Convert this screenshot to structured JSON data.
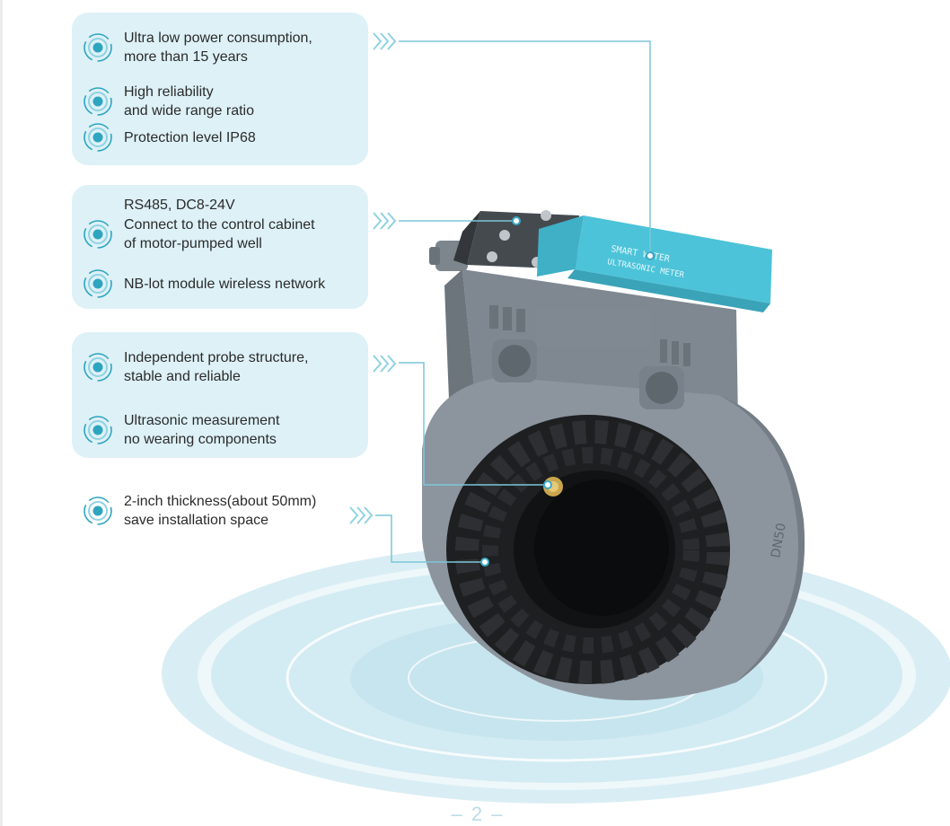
{
  "panels": [
    {
      "features": [
        {
          "lines": [
            "Ultra low power consumption,",
            "more than 15 years"
          ]
        },
        {
          "lines": [
            "High reliability",
            "and wide range ratio"
          ]
        },
        {
          "lines": [
            "Protection level IP68"
          ]
        }
      ]
    },
    {
      "features": [
        {
          "lines": [
            "RS485, DC8-24V"
          ],
          "no_icon": true
        },
        {
          "lines": [
            "Connect to the control cabinet",
            "of motor-pumped well"
          ]
        },
        {
          "lines": [
            "NB-lot module wireless network"
          ]
        }
      ]
    },
    {
      "features": [
        {
          "lines": [
            "Independent probe structure,",
            "stable and reliable"
          ]
        },
        {
          "lines": [
            "Ultrasonic measurement",
            "no wearing components"
          ]
        }
      ]
    }
  ],
  "standalone_feature": {
    "lines": [
      "2-inch thickness(about 50mm)",
      "save installation space"
    ]
  },
  "device_labels": {
    "module_text_1": "SMART WATER",
    "module_text_2": "ULTRASONIC METER",
    "ring_label": "DN50"
  },
  "page_number": "– 2 –",
  "colors": {
    "panel_bg": "#ddf1f7",
    "accent": "#3aa8c4",
    "icon_teal": "#2ea5bf",
    "device_gray": "#8a939c",
    "module_teal": "#4cc3d9",
    "platform": "#cfe9f1"
  }
}
